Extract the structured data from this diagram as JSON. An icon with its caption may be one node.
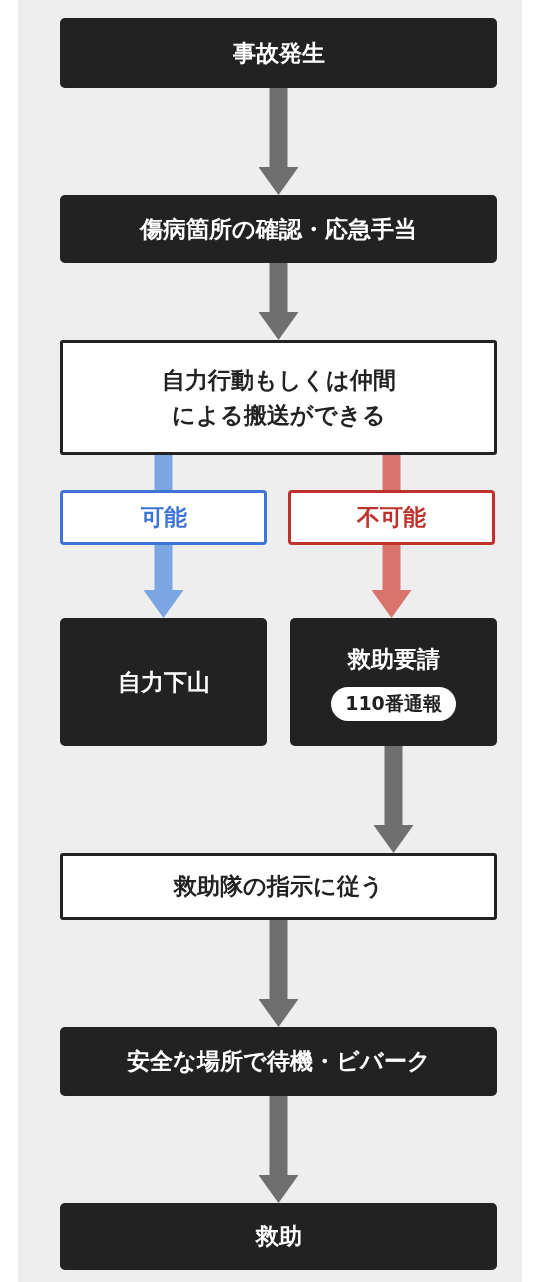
{
  "diagram": {
    "nodes": [
      {
        "text": [
          "事故発生"
        ]
      },
      {
        "text": [
          "傷病箇所の確認・応急手当"
        ]
      },
      {
        "text": [
          "自力行動もしくは仲間による搬送ができる"
        ]
      },
      {
        "text": [
          "可能"
        ]
      },
      {
        "text": [
          "不可能"
        ]
      },
      {
        "text": [
          "自力下山"
        ]
      },
      {
        "text": [
          "救助要請"
        ]
      },
      {
        "text": [
          "110番通報"
        ],
        "in": 6
      },
      {
        "text": [
          "救助隊の指示に従う"
        ]
      },
      {
        "text": [
          "安全な場所で待機・ビバーク"
        ]
      },
      {
        "text": [
          "救助"
        ]
      }
    ],
    "edges": [
      {
        "from": 0,
        "to": 1,
        "arrow": "to"
      },
      {
        "from": 1,
        "to": 2,
        "arrow": "to"
      },
      {
        "from": 2,
        "to": 3,
        "arrow": "none",
        "color": "#7aa6e2"
      },
      {
        "from": 3,
        "to": 5,
        "arrow": "to",
        "color": "#7aa6e2"
      },
      {
        "from": 2,
        "to": 4,
        "arrow": "none",
        "color": "#d8746c"
      },
      {
        "from": 4,
        "to": 6,
        "arrow": "to",
        "color": "#d8746c"
      },
      {
        "from": 6,
        "to": 8,
        "arrow": "to"
      },
      {
        "from": 8,
        "to": 9,
        "arrow": "to"
      },
      {
        "from": 9,
        "to": 10,
        "arrow": "to"
      }
    ]
  }
}
